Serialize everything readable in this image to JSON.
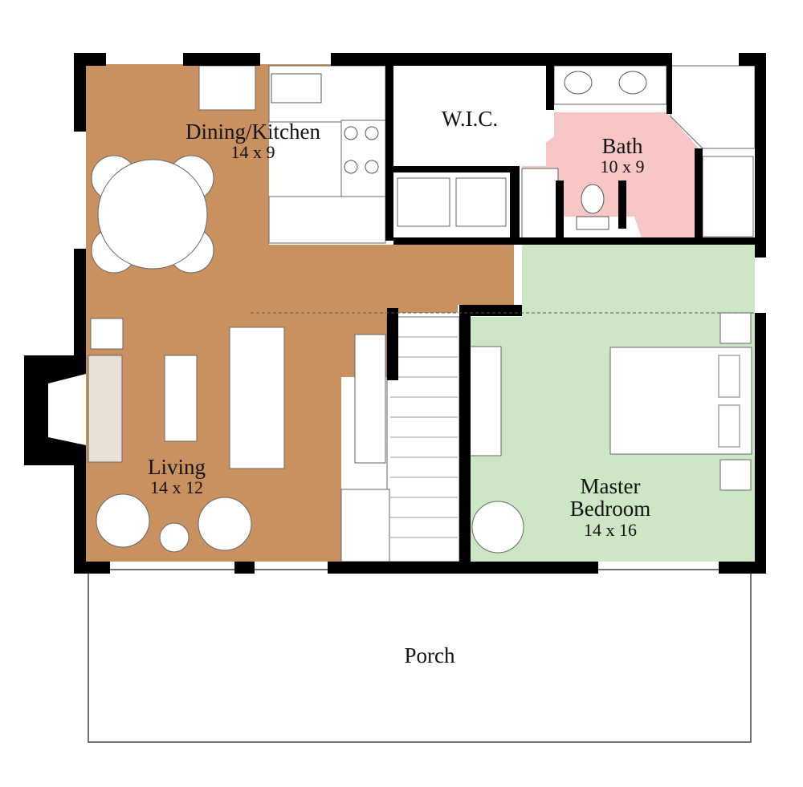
{
  "rooms": {
    "dining": {
      "name": "Dining/Kitchen",
      "dims": "14 x 9"
    },
    "wic": {
      "name": "W.I.C."
    },
    "bath": {
      "name": "Bath",
      "dims": "10 x 9"
    },
    "living": {
      "name": "Living",
      "dims": "14 x 12"
    },
    "master": {
      "name_line1": "Master",
      "name_line2": "Bedroom",
      "dims": "14 x 16"
    },
    "porch": {
      "name": "Porch"
    }
  },
  "colors": {
    "living_dining": "#c8915f",
    "bath": "#f7c6c6",
    "bedroom": "#cde6c6",
    "wall": "#000000",
    "furniture": "#ffffff"
  }
}
